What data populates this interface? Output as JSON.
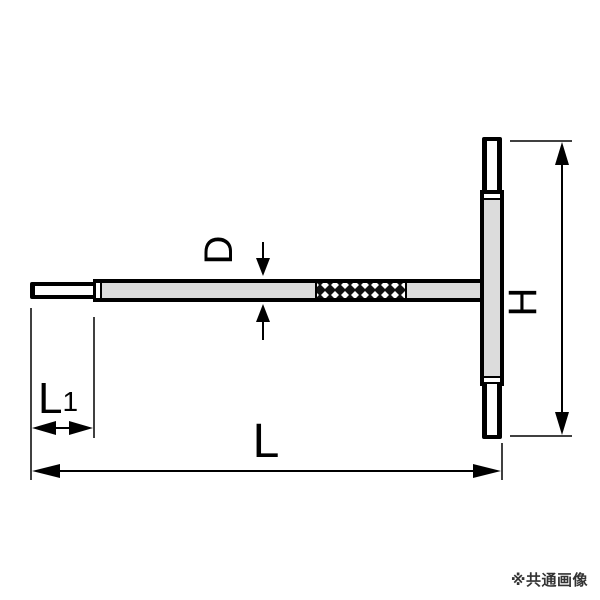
{
  "diagram": {
    "subject": "T-handle hex key",
    "colors": {
      "outline": "#000000",
      "shaft_fill": "#dcdcdc",
      "tip_fill": "#ffffff",
      "background": "#ffffff"
    },
    "dimensions": {
      "D": "D",
      "H": "H",
      "L": "L",
      "L1_main": "L",
      "L1_sub": "1"
    },
    "parts": [
      "hex-tip-left",
      "shaft",
      "knurled-grip",
      "t-handle",
      "hex-tip-top",
      "hex-tip-bottom"
    ]
  },
  "footnote": "※共通画像"
}
